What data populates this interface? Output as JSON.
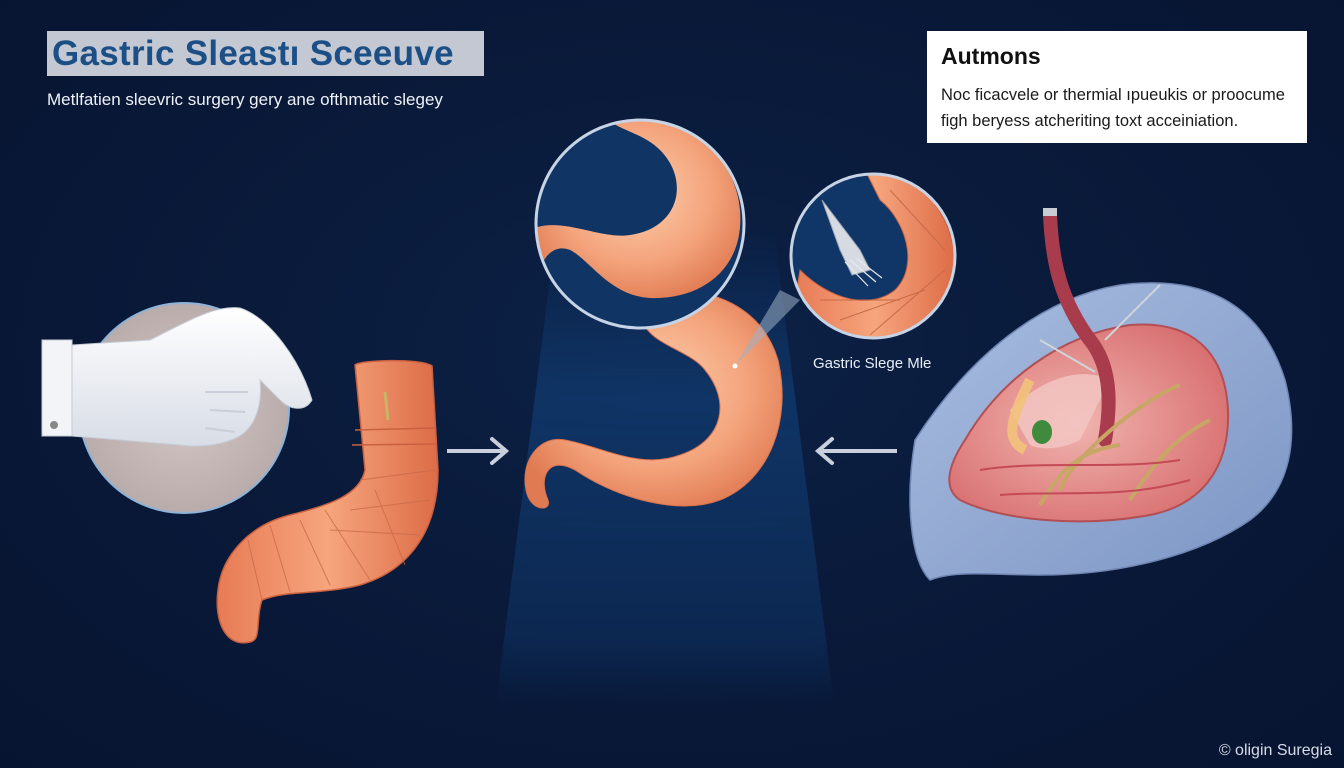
{
  "header": {
    "title": "Gastric Sleastı Sceeuve",
    "subtitle": "Metlfatien sleevric surgery gery ane ofthmatic slegey"
  },
  "notes_box": {
    "title": "Autmons",
    "body_line1": "Noc ficacvele or thermial ıpueukis or proocume",
    "body_line2": "figh beryess atcheriting toxt acceiniation."
  },
  "labels": {
    "callout": "Gastric Slege Mle"
  },
  "footer": {
    "copyright": "© oligin Suregia"
  },
  "illustrations": [
    {
      "name": "gloved-hand-with-disc",
      "position": "left"
    },
    {
      "name": "stomach-tube-segmented",
      "position": "left-center"
    },
    {
      "name": "stomach-anatomy-with-magnifier",
      "position": "center"
    },
    {
      "name": "stapler-detail-magnifier",
      "position": "center-right"
    },
    {
      "name": "open-surgical-stomach-view",
      "position": "right"
    }
  ],
  "arrows": [
    {
      "direction": "right",
      "from": "stomach-tube-segmented",
      "to": "stomach-anatomy-with-magnifier"
    },
    {
      "direction": "left",
      "from": "open-surgical-stomach-view",
      "to": "stomach-anatomy-with-magnifier"
    }
  ],
  "colors": {
    "background": "#0a1a3a",
    "title_banner": "#c3c8d3",
    "title_text": "#1c4f86",
    "stomach": "#f2a27a",
    "arrow": "#c9cfdb",
    "drape": "#8ea7cf"
  }
}
